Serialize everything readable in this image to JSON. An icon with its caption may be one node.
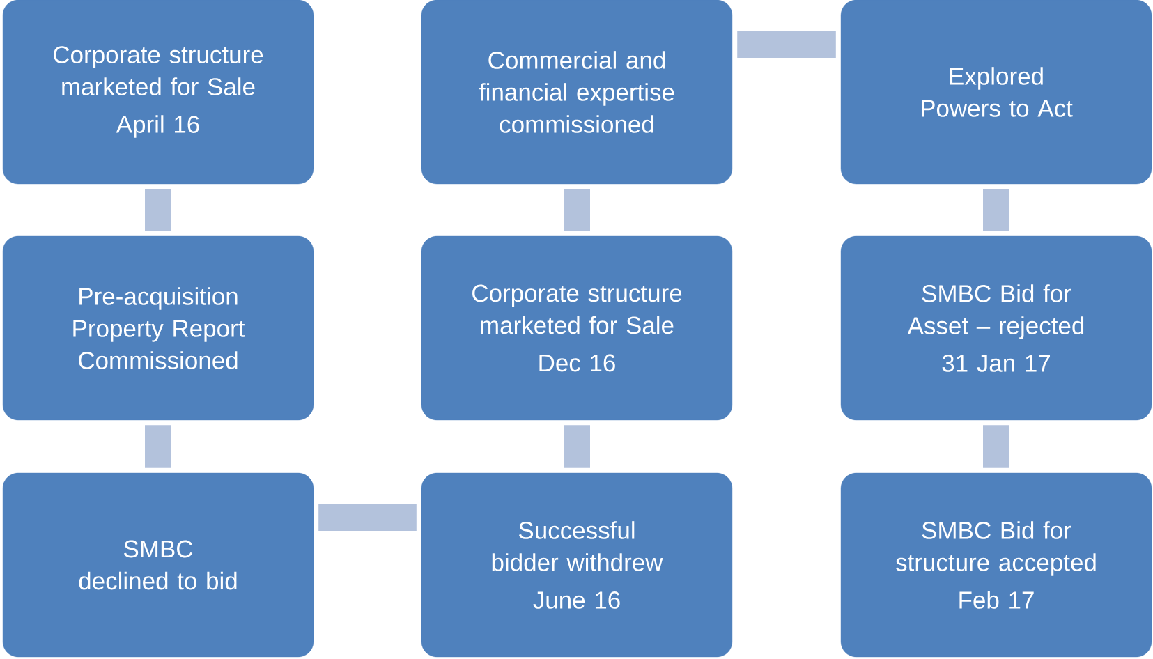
{
  "diagram": {
    "nodes": [
      {
        "text": [
          "Corporate structure marketed for Sale",
          "April 16"
        ]
      },
      {
        "text": [
          "Pre-acquisition Property Report Commissioned"
        ]
      },
      {
        "text": [
          "SMBC declined to bid"
        ]
      },
      {
        "text": [
          "Successful bidder withdrew",
          "June 16"
        ]
      },
      {
        "text": [
          "Corporate structure marketed for Sale",
          "Dec 16"
        ]
      },
      {
        "text": [
          "Commercial and financial expertise commissioned"
        ]
      },
      {
        "text": [
          "Explored Powers to Act"
        ]
      },
      {
        "text": [
          "SMBC Bid for Asset – rejected",
          "31 Jan 17"
        ]
      },
      {
        "text": [
          "SMBC Bid for structure accepted",
          "Feb 17"
        ]
      }
    ],
    "edges": [
      {
        "from": 0,
        "to": 1,
        "arrow": "none"
      },
      {
        "from": 1,
        "to": 2,
        "arrow": "none"
      },
      {
        "from": 2,
        "to": 3,
        "arrow": "none"
      },
      {
        "from": 3,
        "to": 4,
        "arrow": "none"
      },
      {
        "from": 4,
        "to": 5,
        "arrow": "none"
      },
      {
        "from": 5,
        "to": 6,
        "arrow": "none"
      },
      {
        "from": 6,
        "to": 7,
        "arrow": "none"
      },
      {
        "from": 7,
        "to": 8,
        "arrow": "none"
      }
    ]
  }
}
